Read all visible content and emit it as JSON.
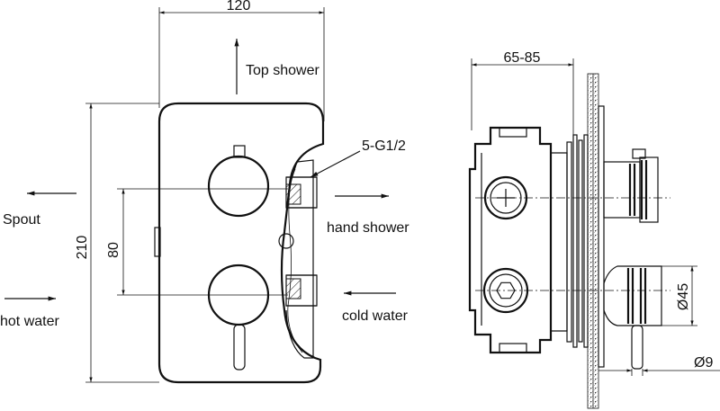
{
  "front_view": {
    "width_dim": "120",
    "height_dim": "210",
    "spacing_dim": "80",
    "top_shower": "Top shower",
    "spout": "Spout",
    "hand_shower": "hand shower",
    "hot_water": "hot water",
    "cold_water": "cold water",
    "port_spec": "5-G1/2"
  },
  "side_view": {
    "depth_dim": "65-85",
    "knob_dia": "Ø45",
    "pin_dia": "Ø9"
  }
}
